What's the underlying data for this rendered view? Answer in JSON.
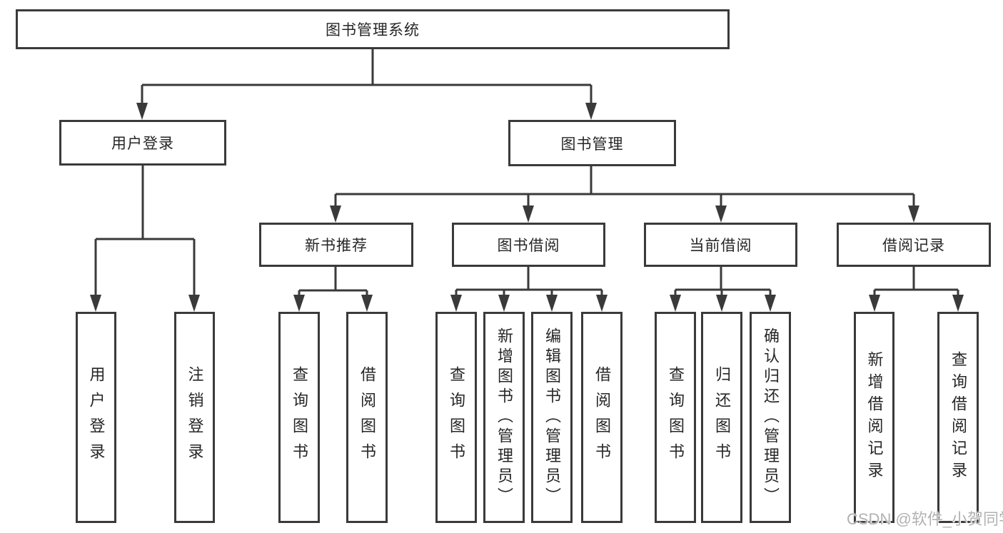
{
  "tree": {
    "root": "图书管理系统",
    "branches": [
      {
        "label": "用户登录",
        "children": [
          "用户登录",
          "注销登录"
        ]
      },
      {
        "label": "图书管理",
        "sections": [
          {
            "label": "新书推荐",
            "children": [
              "查询图书",
              "借阅图书"
            ]
          },
          {
            "label": "图书借阅",
            "children": [
              "查询图书",
              "新增图书（管理员）",
              "编辑图书（管理员）",
              "借阅图书"
            ]
          },
          {
            "label": "当前借阅",
            "children": [
              "查询图书",
              "归还图书",
              "确认归还（管理员）"
            ]
          },
          {
            "label": "借阅记录",
            "children": [
              "新增借阅记录",
              "查询借阅记录"
            ]
          }
        ]
      }
    ]
  },
  "watermark": {
    "text": "CSDN @软件_小贺同学"
  },
  "colors": {
    "line": "#3a3a3a",
    "text": "#262626",
    "watermark": "#b2b2b2",
    "background": "#ffffff"
  }
}
